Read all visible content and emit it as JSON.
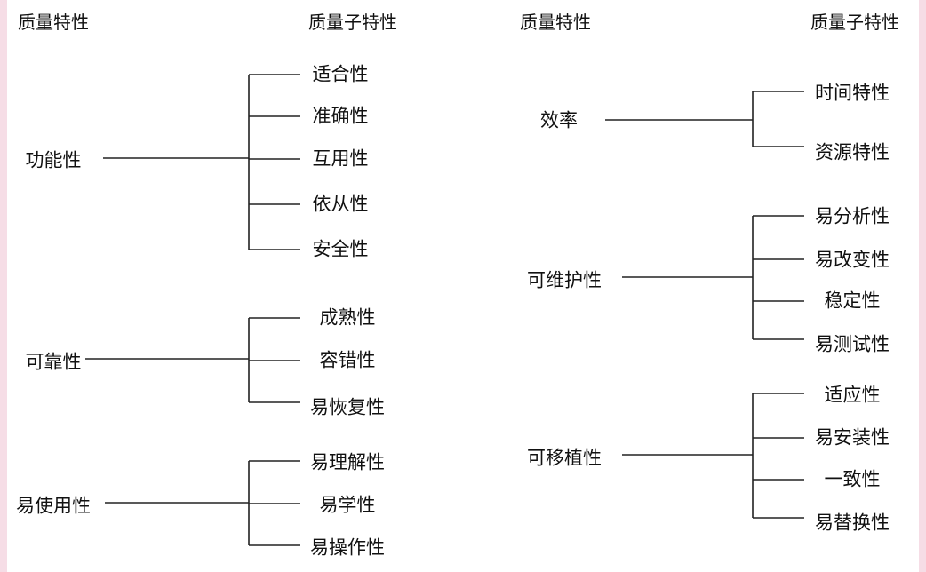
{
  "headers": {
    "left_characteristic": "质量特性",
    "left_subcharacteristic": "质量子特性",
    "right_characteristic": "质量特性",
    "right_subcharacteristic": "质量子特性"
  },
  "groups": [
    {
      "label": "功能性",
      "children": [
        "适合性",
        "准确性",
        "互用性",
        "依从性",
        "安全性"
      ]
    },
    {
      "label": "可靠性",
      "children": [
        "成熟性",
        "容错性",
        "易恢复性"
      ]
    },
    {
      "label": "易使用性",
      "children": [
        "易理解性",
        "易学性",
        "易操作性"
      ]
    },
    {
      "label": "效率",
      "children": [
        "时间特性",
        "资源特性"
      ]
    },
    {
      "label": "可维护性",
      "children": [
        "易分析性",
        "易改变性",
        "稳定性",
        "易测试性"
      ]
    },
    {
      "label": "可移植性",
      "children": [
        "适应性",
        "易安装性",
        "一致性",
        "易替换性"
      ]
    }
  ]
}
